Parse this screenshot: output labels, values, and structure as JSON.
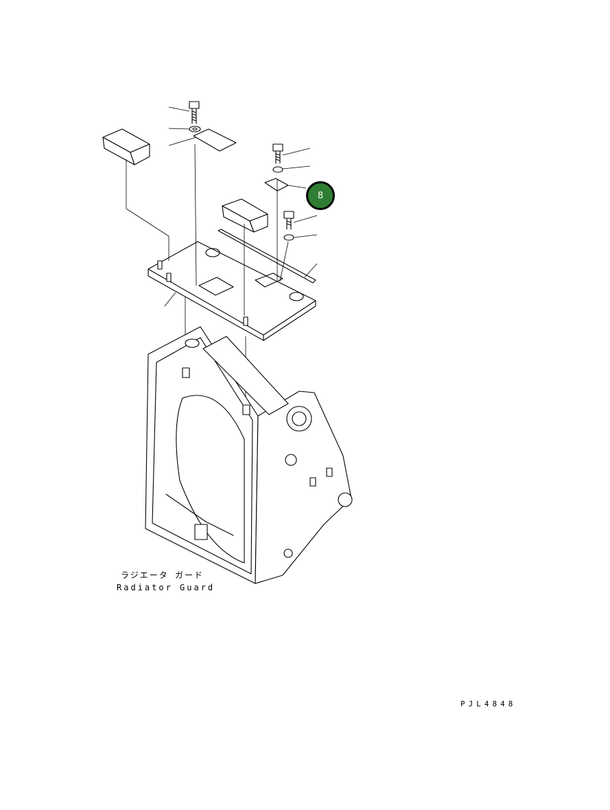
{
  "caption": {
    "japanese": "ラジエータ ガード",
    "english": "Radiator Guard"
  },
  "drawing_code": "PJL4848",
  "callouts": [
    {
      "label": "8",
      "color": "#2e7d32"
    }
  ]
}
